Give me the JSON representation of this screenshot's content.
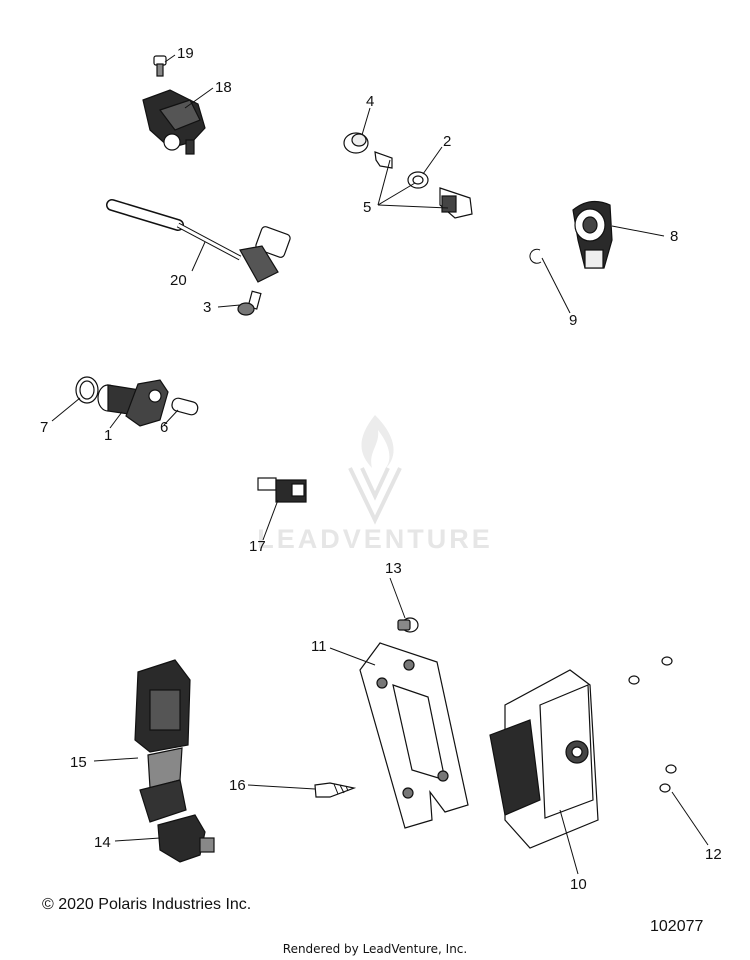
{
  "callouts": {
    "c1": "1",
    "c2": "2",
    "c3": "3",
    "c4": "4",
    "c5": "5",
    "c6": "6",
    "c7": "7",
    "c8": "8",
    "c9": "9",
    "c10": "10",
    "c11": "11",
    "c12": "12",
    "c13": "13",
    "c14": "14",
    "c15": "15",
    "c16": "16",
    "c17": "17",
    "c18": "18",
    "c19": "19",
    "c20": "20"
  },
  "watermark": "LEADVENTURE",
  "footer": {
    "copyright": "© 2020 Polaris Industries Inc.",
    "diagram_number": "102077",
    "rendered_by": "Rendered by LeadVenture, Inc."
  },
  "colors": {
    "line": "#111111",
    "part_fill": "#ffffff",
    "dark_fill": "#2a2a2a",
    "watermark": "#e6e6e6"
  }
}
